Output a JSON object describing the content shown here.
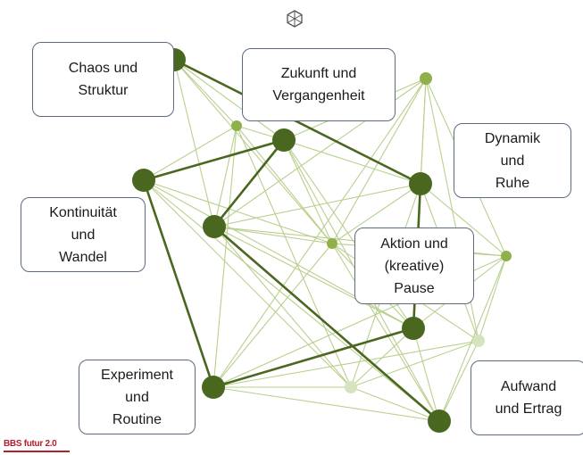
{
  "labels": {
    "chaos": "Chaos und\nStruktur",
    "zukunft": "Zukunft und\nVergangenheit",
    "dynamik": "Dynamik\nund\nRuhe",
    "kontinuitaet": "Kontinuität\nund\nWandel",
    "aktion": "Aktion und\n(kreative)\nPause",
    "experiment": "Experiment\nund\nRoutine",
    "aufwand": "Aufwand\nund Ertrag"
  },
  "logo": "BBS futur 2.0",
  "icon": "hexagon-cube-icon",
  "colors": {
    "node_dark": "#4a6720",
    "node_light": "#8fb04a",
    "node_faint": "#d6e3bf",
    "edge_strong": "#4a6720",
    "edge_light": "#b9cf8e",
    "box_border": "#5c6b7d",
    "logo": "#b3202b"
  }
}
